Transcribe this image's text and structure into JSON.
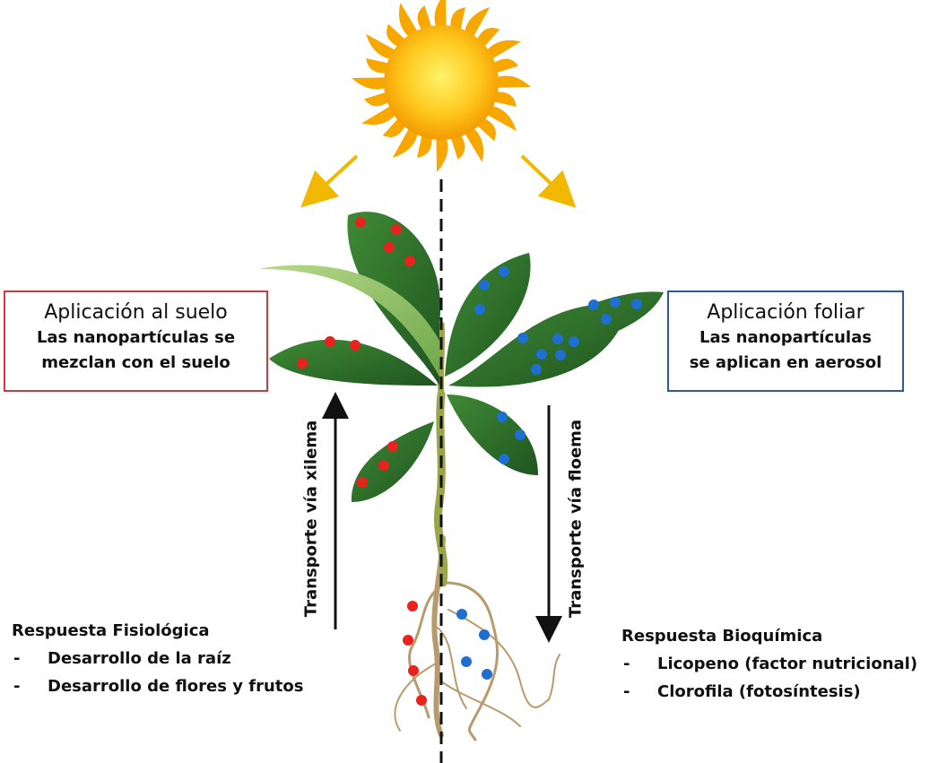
{
  "soil_box": {
    "title": "Aplicación al suelo",
    "line1": "Las nanopartículas se",
    "line2": "mezclan con el suelo"
  },
  "foliar_box": {
    "title": "Aplicación foliar",
    "line1": "Las nanopartículas",
    "line2": "se aplican en aerosol"
  },
  "transport": {
    "xylem": "Transporte vía xilema",
    "phloem": "Transporte vía floema"
  },
  "physiological": {
    "heading": "Respuesta Fisiológica",
    "items": [
      "Desarrollo de la raíz",
      "Desarrollo de flores y frutos"
    ]
  },
  "biochemical": {
    "heading": "Respuesta Bioquímica",
    "items": [
      "Licopeno (factor nutricional)",
      "Clorofila (fotosíntesis)"
    ]
  },
  "colors": {
    "soil_accent": "#cf3b3b",
    "foliar_accent": "#2c5aa0",
    "nanoparticle_soil": "#e8231e",
    "nanoparticle_foliar": "#1f6fd1",
    "leaf": "#2f6f2b",
    "sun": "#f7b500"
  }
}
